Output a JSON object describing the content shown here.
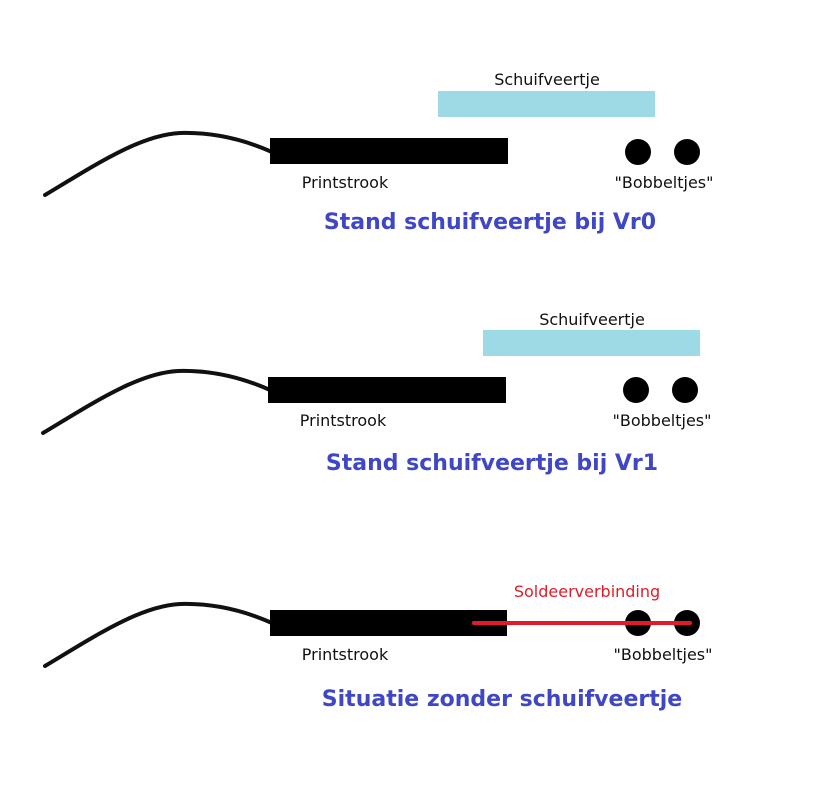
{
  "colors": {
    "wire": "#111111",
    "strip": "#000000",
    "spring": "#9edae6",
    "bumps": "#000000",
    "caption": "#3f47c4",
    "solder": "#e11c2a"
  },
  "panels": [
    {
      "spring_label": "Schuifveertje",
      "strip_label": "Printstrook",
      "bumps_label": "\"Bobbeltjes\"",
      "caption": "Stand schuifveertje bij Vr0"
    },
    {
      "spring_label": "Schuifveertje",
      "strip_label": "Printstrook",
      "bumps_label": "\"Bobbeltjes\"",
      "caption": "Stand schuifveertje bij Vr1"
    },
    {
      "solder_label": "Soldeerverbinding",
      "strip_label": "Printstrook",
      "bumps_label": "\"Bobbeltjes\"",
      "caption": "Situatie zonder schuifveertje"
    }
  ]
}
